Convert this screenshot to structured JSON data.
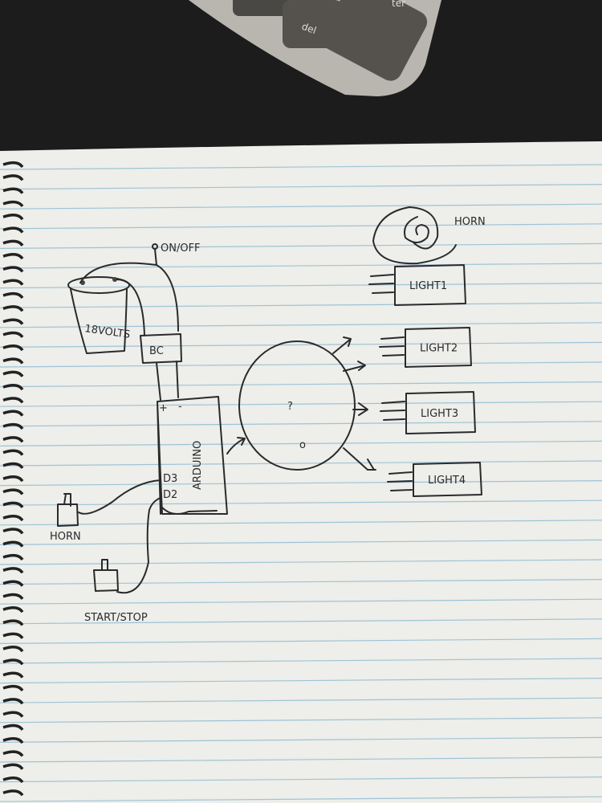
{
  "keyboard": {
    "keys": [
      "del",
      "ter"
    ]
  },
  "diagram": {
    "battery_label": "18VOLTS",
    "switch_label": "ON/OFF",
    "converter_label": "BC",
    "controller_label": "ARDUINO",
    "power_pins": [
      "+",
      "-"
    ],
    "input_pins": [
      "D3",
      "D2"
    ],
    "unknown_label": "?",
    "unknown_sublabel": "o",
    "buttons": [
      {
        "label": "HORN"
      },
      {
        "label": "START/STOP"
      }
    ],
    "horn_label": "HORN",
    "lights": [
      {
        "label": "LIGHT1"
      },
      {
        "label": "LIGHT2"
      },
      {
        "label": "LIGHT3"
      },
      {
        "label": "LIGHT4"
      }
    ]
  },
  "colors": {
    "paper": "#eeeeea",
    "rule": "#9ec3d6",
    "ink": "#2a2a2c",
    "desk": "#1c1c1c"
  }
}
